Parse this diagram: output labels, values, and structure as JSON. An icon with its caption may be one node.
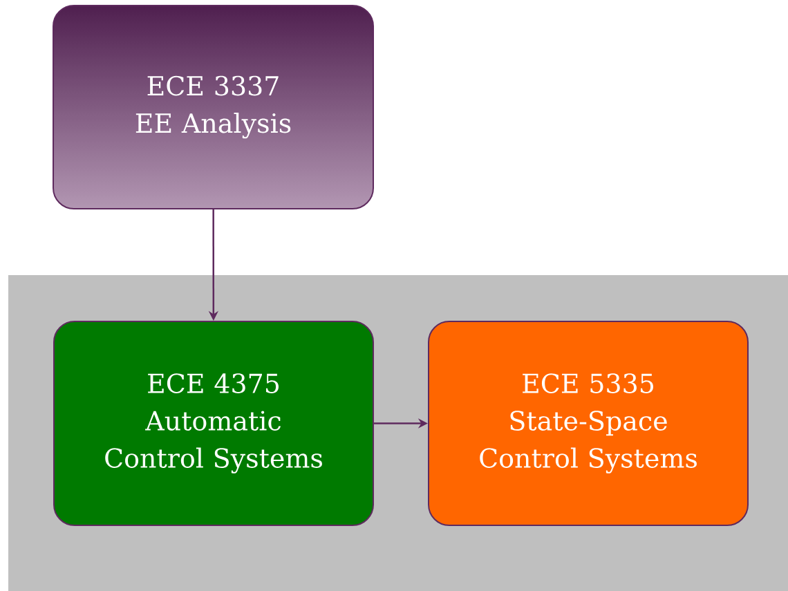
{
  "diagram": {
    "nodes": [
      {
        "text": [
          "ECE 3337",
          "EE Analysis"
        ]
      },
      {
        "text": [],
        "shape": "box"
      },
      {
        "text": [
          "ECE 4375",
          "Automatic Control Systems"
        ],
        "in": 1
      },
      {
        "text": [
          "ECE 5335",
          "State-Space Control Systems"
        ],
        "in": 1
      }
    ],
    "edges": [
      {
        "from": 0,
        "to": 2,
        "arrow": "to"
      },
      {
        "from": 2,
        "to": 3,
        "arrow": "to"
      }
    ]
  }
}
